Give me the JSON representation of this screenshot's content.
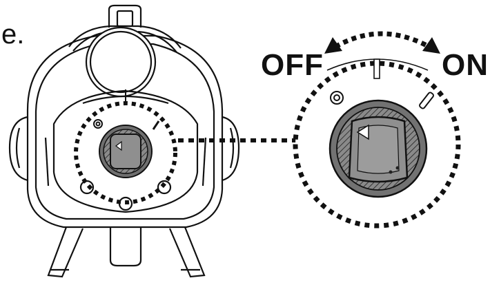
{
  "caption_fragment": "e.",
  "switch": {
    "off_label": "OFF",
    "on_label": "ON"
  },
  "colors": {
    "line": "#111111",
    "knob_fill": "#7a7a7a",
    "knob_face": "#9a9a9a",
    "background": "#ffffff"
  },
  "icons": [
    "device-body",
    "power-dial",
    "rotation-arrow-icon",
    "triangle-marker-icon",
    "off-indicator-icon",
    "on-indicator-icon",
    "zoom-connector"
  ]
}
